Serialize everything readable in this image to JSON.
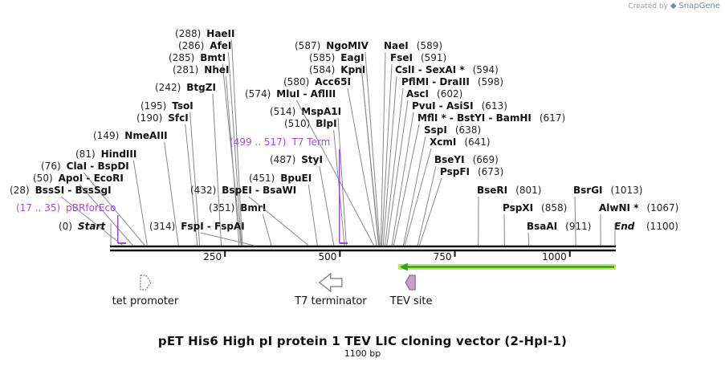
{
  "watermark": {
    "prefix": "Created by",
    "brand": "SnapGene"
  },
  "map": {
    "title": "pET His6 High pI protein 1 TEV LIC cloning vector (2-HpI-1)",
    "length_label": "1100 bp",
    "length": 1100,
    "start_label": "Start",
    "start_pos": "(0)",
    "end_label": "End",
    "end_pos": "(1100)",
    "ticks": [
      250,
      500,
      750,
      1000
    ],
    "colors": {
      "primer": "#a64ac9",
      "tev_arrow": "#3b9a1f",
      "tev_arrow_border": "#b8e86a",
      "tev_site": "#c9a0c8",
      "backbone": "#111111",
      "leader": "#888888"
    }
  },
  "sites": [
    {
      "pos": 28,
      "pos_label": "(28)",
      "names": "BssSI  -  BssSgI"
    },
    {
      "pos": 50,
      "pos_label": "(50)",
      "names": "ApoI  -  EcoRI"
    },
    {
      "pos": 76,
      "pos_label": "(76)",
      "names": "ClaI  -  BspDI"
    },
    {
      "pos": 81,
      "pos_label": "(81)",
      "names": "HindIII"
    },
    {
      "pos": 149,
      "pos_label": "(149)",
      "names": "NmeAIII"
    },
    {
      "pos": 190,
      "pos_label": "(190)",
      "names": "SfcI"
    },
    {
      "pos": 195,
      "pos_label": "(195)",
      "names": "TsoI"
    },
    {
      "pos": 242,
      "pos_label": "(242)",
      "names": "BtgZI"
    },
    {
      "pos": 281,
      "pos_label": "(281)",
      "names": "NheI"
    },
    {
      "pos": 285,
      "pos_label": "(285)",
      "names": "BmtI"
    },
    {
      "pos": 286,
      "pos_label": "(286)",
      "names": "AfeI"
    },
    {
      "pos": 288,
      "pos_label": "(288)",
      "names": "HaeII"
    },
    {
      "pos": 314,
      "pos_label": "(314)",
      "names": "FspI  -  FspAI"
    },
    {
      "pos": 351,
      "pos_label": "(351)",
      "names": "BmrI"
    },
    {
      "pos": 432,
      "pos_label": "(432)",
      "names": "BspEI  -  BsaWI"
    },
    {
      "pos": 451,
      "pos_label": "(451)",
      "names": "BpuEI"
    },
    {
      "pos": 487,
      "pos_label": "(487)",
      "names": "StyI"
    },
    {
      "pos": 510,
      "pos_label": "(510)",
      "names": "BlpI"
    },
    {
      "pos": 514,
      "pos_label": "(514)",
      "names": "MspA1I"
    },
    {
      "pos": 574,
      "pos_label": "(574)",
      "names": "MluI  -  AflIII"
    },
    {
      "pos": 580,
      "pos_label": "(580)",
      "names": "Acc65I"
    },
    {
      "pos": 584,
      "pos_label": "(584)",
      "names": "KpnI"
    },
    {
      "pos": 585,
      "pos_label": "(585)",
      "names": "EagI"
    },
    {
      "pos": 587,
      "pos_label": "(587)",
      "names": "NgoMIV"
    },
    {
      "pos": 589,
      "pos_label": "(589)",
      "names": "NaeI"
    },
    {
      "pos": 591,
      "pos_label": "(591)",
      "names": "FseI"
    },
    {
      "pos": 594,
      "pos_label": "(594)",
      "names": "CslI  -  SexAI *"
    },
    {
      "pos": 598,
      "pos_label": "(598)",
      "names": "PflMI  -  DraIII"
    },
    {
      "pos": 602,
      "pos_label": "(602)",
      "names": "AscI"
    },
    {
      "pos": 613,
      "pos_label": "(613)",
      "names": "PvuI  -  AsiSI"
    },
    {
      "pos": 617,
      "pos_label": "(617)",
      "names": "MflI *  -  BstYI  -  BamHI"
    },
    {
      "pos": 638,
      "pos_label": "(638)",
      "names": "SspI"
    },
    {
      "pos": 641,
      "pos_label": "(641)",
      "names": "XcmI"
    },
    {
      "pos": 669,
      "pos_label": "(669)",
      "names": "BseYI"
    },
    {
      "pos": 673,
      "pos_label": "(673)",
      "names": "PspFI"
    },
    {
      "pos": 801,
      "pos_label": "(801)",
      "names": "BseRI"
    },
    {
      "pos": 858,
      "pos_label": "(858)",
      "names": "PspXI"
    },
    {
      "pos": 911,
      "pos_label": "(911)",
      "names": "BsaAI"
    },
    {
      "pos": 1013,
      "pos_label": "(1013)",
      "names": "BsrGI"
    },
    {
      "pos": 1067,
      "pos_label": "(1067)",
      "names": "AlwNI *"
    }
  ],
  "primers": [
    {
      "range": "(17 .. 35)",
      "name": "pBRforEco",
      "start": 17,
      "end": 35
    },
    {
      "range": "(499 .. 517)",
      "name": "T7 Term",
      "start": 499,
      "end": 517
    }
  ],
  "features": [
    {
      "name": "tet promoter",
      "pos": 75,
      "direction": "right"
    },
    {
      "name": "T7 terminator",
      "pos": 480,
      "direction": "left"
    },
    {
      "name": "TEV site",
      "pos": 655,
      "direction": "left"
    }
  ],
  "tev_orf": {
    "start": 630,
    "end": 1100,
    "direction": "left"
  }
}
